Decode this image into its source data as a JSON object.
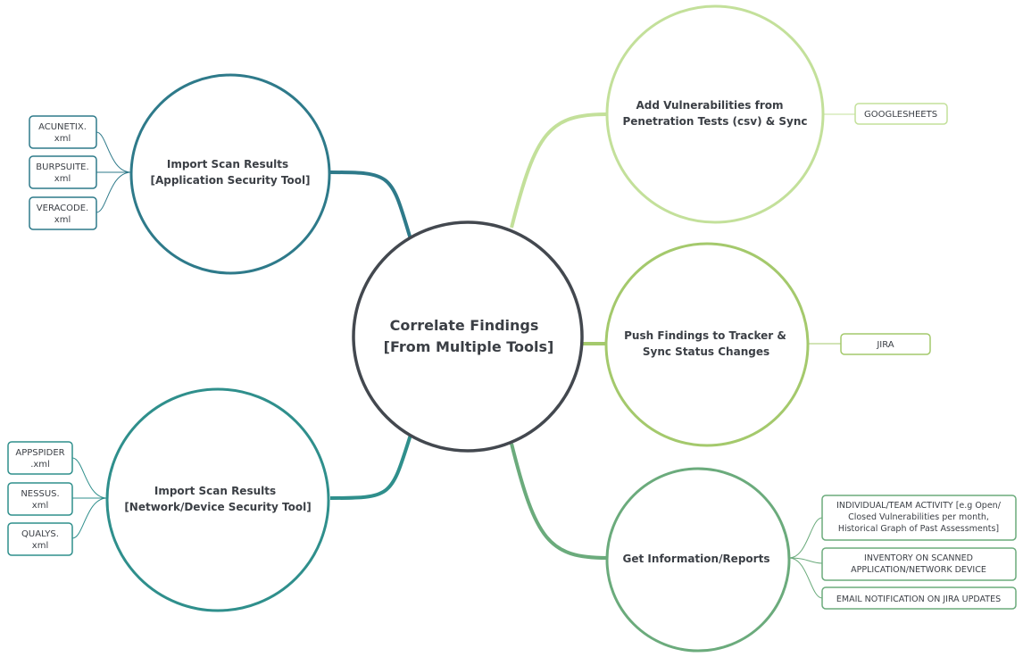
{
  "center": {
    "line1": "Correlate Findings",
    "line2": "[From Multiple Tools]",
    "color": "#43484f"
  },
  "branches": [
    {
      "id": "app-security",
      "color": "#2e7a8a",
      "line1": "Import Scan Results",
      "line2": "[Application Security Tool]",
      "leaves": [
        {
          "line1": "ACUNETIX.",
          "line2": "xml"
        },
        {
          "line1": "BURPSUITE.",
          "line2": "xml"
        },
        {
          "line1": "VERACODE.",
          "line2": "xml"
        }
      ]
    },
    {
      "id": "network-security",
      "color": "#2f8f8c",
      "line1": "Import Scan Results",
      "line2": "[Network/Device Security Tool]",
      "leaves": [
        {
          "line1": "APPSPIDER",
          "line2": ".xml"
        },
        {
          "line1": "NESSUS.",
          "line2": "xml"
        },
        {
          "line1": "QUALYS.",
          "line2": "xml"
        }
      ]
    },
    {
      "id": "pentest",
      "color": "#c3e09a",
      "line1": "Add Vulnerabilities from",
      "line2": "Penetration Tests (csv) & Sync",
      "leaves": [
        {
          "line1": "GOOGLESHEETS"
        }
      ]
    },
    {
      "id": "tracker",
      "color": "#a4c96c",
      "line1": "Push Findings to Tracker &",
      "line2": "Sync Status Changes",
      "leaves": [
        {
          "line1": "JIRA"
        }
      ]
    },
    {
      "id": "reports",
      "color": "#6bab7c",
      "line1": "Get Information/Reports",
      "line2": "",
      "leaves": [
        {
          "line1": "INDIVIDUAL/TEAM ACTIVITY [e.g Open/",
          "line2": "Closed Vulnerabilities per month,",
          "line3": "Historical Graph of Past Assessments]"
        },
        {
          "line1": "INVENTORY ON SCANNED",
          "line2": "APPLICATION/NETWORK DEVICE"
        },
        {
          "line1": "EMAIL NOTIFICATION ON JIRA UPDATES"
        }
      ]
    }
  ]
}
